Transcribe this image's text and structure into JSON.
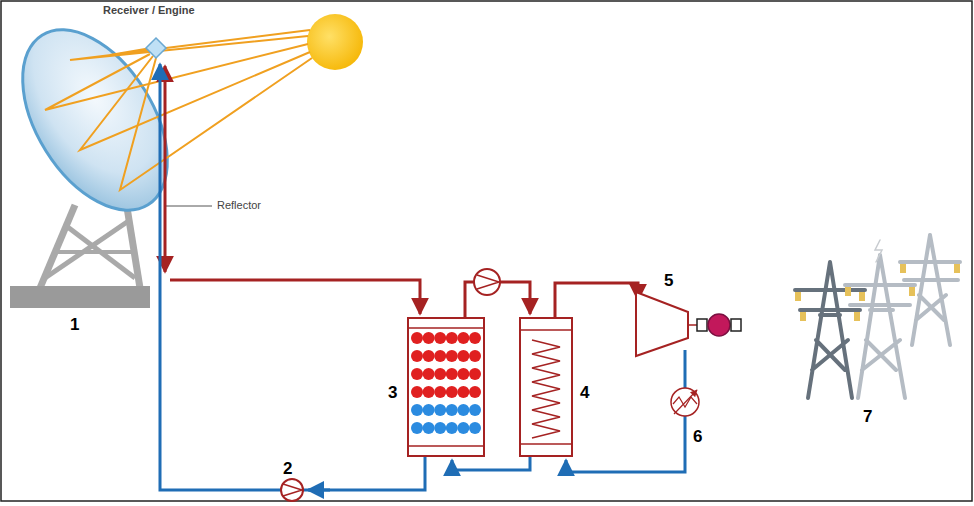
{
  "diagram": {
    "labels": [
      "Receiver / Engine",
      "Reflector",
      "1",
      "2",
      "3",
      "4",
      "5",
      "6",
      "7"
    ]
  }
}
